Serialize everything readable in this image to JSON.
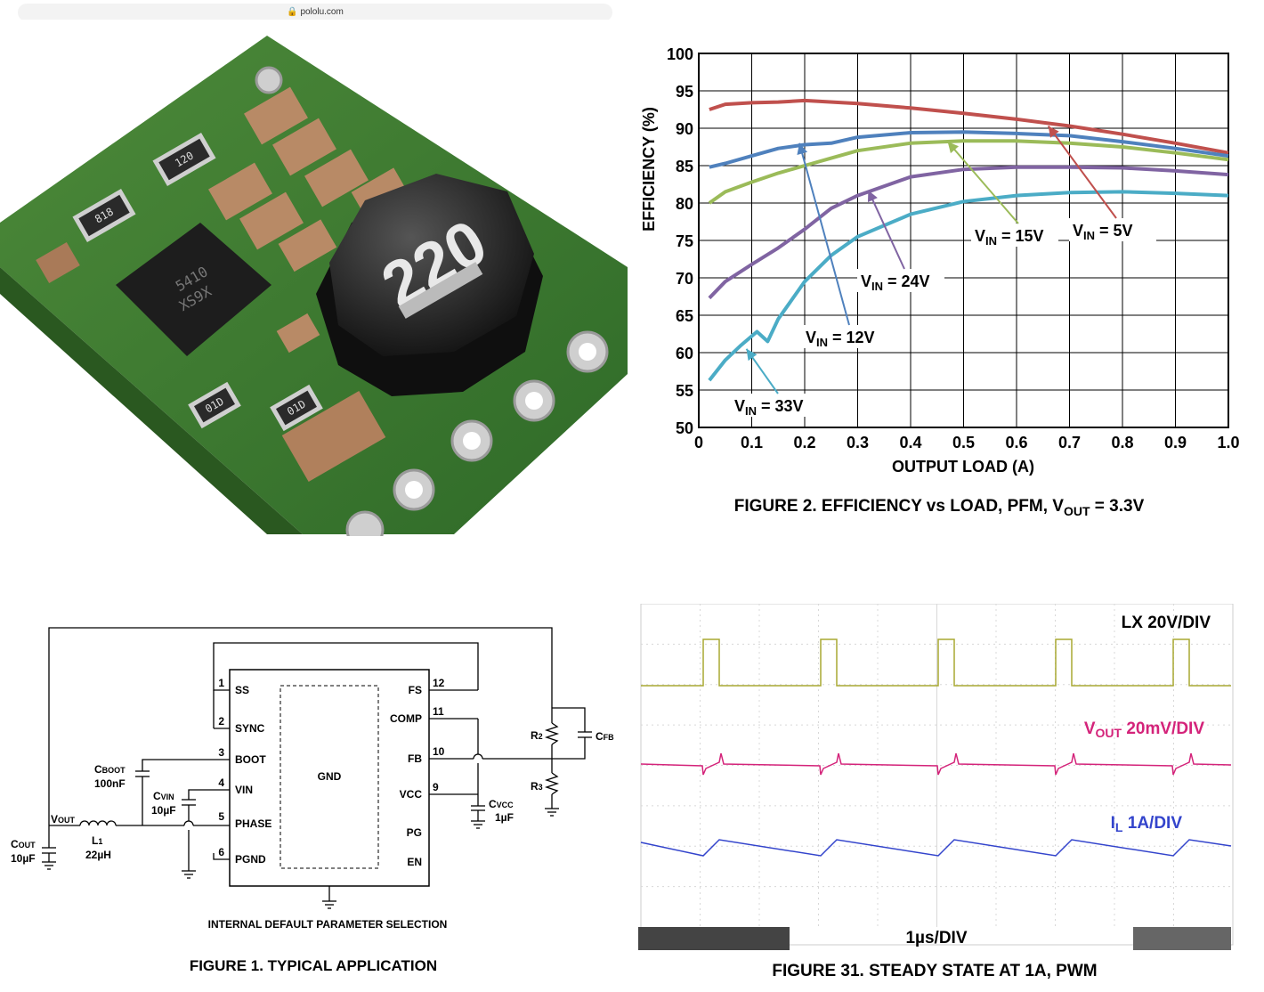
{
  "browser": {
    "url": "pololu.com"
  },
  "photo": {
    "inductor_marking": "220",
    "chip_marking_1": "5410",
    "chip_marking_2": "XS9X",
    "resistor_markings": [
      "818",
      "120",
      "01D",
      "01D"
    ]
  },
  "chart_data": {
    "type": "line",
    "title": "FIGURE 2.  EFFICIENCY vs LOAD, PFM, V_OUT = 3.3V",
    "xlabel": "OUTPUT LOAD (A)",
    "ylabel": "EFFICIENCY (%)",
    "xlim": [
      0,
      1.0
    ],
    "ylim": [
      50,
      100
    ],
    "xticks": [
      "0",
      "0.1",
      "0.2",
      "0.3",
      "0.4",
      "0.5",
      "0.6",
      "0.7",
      "0.8",
      "0.9",
      "1.0"
    ],
    "yticks": [
      "50",
      "55",
      "60",
      "65",
      "70",
      "75",
      "80",
      "85",
      "90",
      "95",
      "100"
    ],
    "grid": true,
    "series": [
      {
        "name": "V_IN = 5V",
        "color": "#c0504d",
        "x": [
          0.02,
          0.05,
          0.1,
          0.15,
          0.2,
          0.3,
          0.4,
          0.5,
          0.6,
          0.7,
          0.8,
          0.9,
          1.0
        ],
        "y": [
          92.5,
          93.2,
          93.4,
          93.5,
          93.7,
          93.3,
          92.7,
          92.0,
          91.2,
          90.3,
          89.2,
          88.0,
          86.7
        ]
      },
      {
        "name": "V_IN = 12V",
        "color": "#4f81bd",
        "x": [
          0.02,
          0.05,
          0.1,
          0.15,
          0.2,
          0.25,
          0.3,
          0.4,
          0.5,
          0.6,
          0.7,
          0.8,
          0.9,
          1.0
        ],
        "y": [
          84.8,
          85.3,
          86.3,
          87.3,
          87.8,
          88.0,
          88.8,
          89.4,
          89.5,
          89.3,
          89.0,
          88.2,
          87.3,
          86.3
        ]
      },
      {
        "name": "V_IN = 15V",
        "color": "#9bbb59",
        "x": [
          0.02,
          0.05,
          0.1,
          0.15,
          0.2,
          0.25,
          0.3,
          0.4,
          0.5,
          0.6,
          0.7,
          0.8,
          0.9,
          1.0
        ],
        "y": [
          80.0,
          81.5,
          82.8,
          84.0,
          85.0,
          86.0,
          87.0,
          88.0,
          88.3,
          88.3,
          88.0,
          87.5,
          86.7,
          85.8
        ]
      },
      {
        "name": "V_IN = 24V",
        "color": "#8064a2",
        "x": [
          0.02,
          0.05,
          0.1,
          0.15,
          0.2,
          0.25,
          0.3,
          0.4,
          0.5,
          0.6,
          0.7,
          0.8,
          0.9,
          1.0
        ],
        "y": [
          67.3,
          69.5,
          71.8,
          74.0,
          76.5,
          79.3,
          81.0,
          83.5,
          84.5,
          84.8,
          84.8,
          84.7,
          84.3,
          83.8
        ]
      },
      {
        "name": "V_IN = 33V",
        "color": "#4bacc6",
        "x": [
          0.02,
          0.05,
          0.08,
          0.11,
          0.13,
          0.15,
          0.18,
          0.2,
          0.25,
          0.3,
          0.4,
          0.5,
          0.6,
          0.7,
          0.8,
          0.9,
          1.0
        ],
        "y": [
          56.3,
          59.0,
          61.0,
          62.8,
          61.5,
          64.5,
          67.5,
          69.5,
          73.0,
          75.5,
          78.5,
          80.2,
          81.0,
          81.4,
          81.5,
          81.3,
          81.0
        ]
      }
    ]
  },
  "schematic": {
    "caption": "FIGURE 1.  TYPICAL APPLICATION",
    "subcaption": "INTERNAL DEFAULT PARAMETER SELECTION",
    "ic_center_label": "GND",
    "pins_left": [
      {
        "num": "1",
        "name": "SS"
      },
      {
        "num": "2",
        "name": "SYNC"
      },
      {
        "num": "3",
        "name": "BOOT"
      },
      {
        "num": "4",
        "name": "VIN"
      },
      {
        "num": "5",
        "name": "PHASE"
      },
      {
        "num": "6",
        "name": "PGND"
      }
    ],
    "pins_right": [
      {
        "num": "12",
        "name": "FS"
      },
      {
        "num": "11",
        "name": "COMP"
      },
      {
        "num": "10",
        "name": "FB"
      },
      {
        "num": "9",
        "name": "VCC"
      },
      {
        "num": "",
        "name": "PG"
      },
      {
        "num": "",
        "name": "EN"
      }
    ],
    "cboot": {
      "name": "C",
      "sub": "BOOT",
      "value": "100nF"
    },
    "cvin": {
      "name": "C",
      "sub": "VIN",
      "value": "10µF"
    },
    "vout": {
      "name": "V",
      "sub": "OUT"
    },
    "l1": {
      "name": "L",
      "sub": "1",
      "value": "22µH"
    },
    "cout": {
      "name": "C",
      "sub": "OUT",
      "value": "10µF"
    },
    "cvcc": {
      "name": "C",
      "sub": "VCC",
      "value": "1µF"
    },
    "r2": {
      "name": "R",
      "sub": "2"
    },
    "r3": {
      "name": "R",
      "sub": "3"
    },
    "cfb": {
      "name": "C",
      "sub": "FB"
    }
  },
  "scope": {
    "caption": "FIGURE 31.  STEADY STATE AT 1A, PWM",
    "timebase": "1µs/DIV",
    "channels": [
      {
        "name": "LX",
        "scale": "20V/DIV",
        "color": "#a8a832"
      },
      {
        "name": "V",
        "sub": "OUT",
        "scale": "20mV/DIV",
        "color": "#d4237a"
      },
      {
        "name": "I",
        "sub": "L",
        "scale": "1A/DIV",
        "color": "#3344cc"
      }
    ]
  }
}
